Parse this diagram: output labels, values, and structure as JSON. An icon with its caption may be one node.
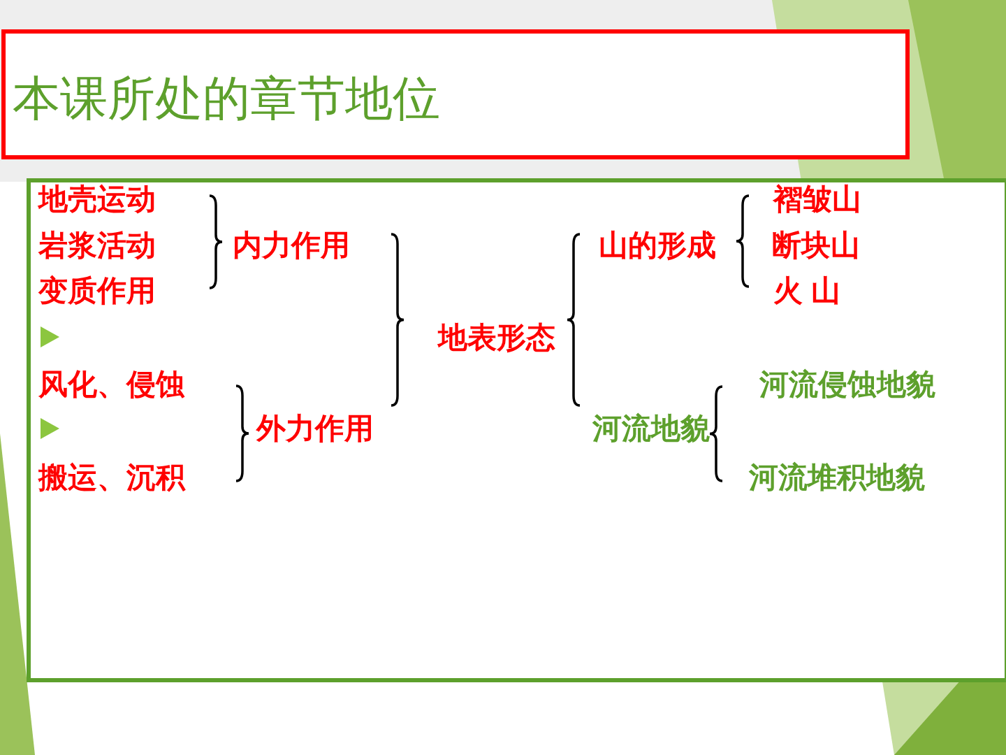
{
  "diagram": {
    "title": "本课所处的章节地位",
    "labels": [
      "地壳运动",
      "褶皱山",
      "岩浆活动",
      "内力作用",
      "山的形成",
      "断块山",
      "变质作用",
      "火 山",
      "地表形态",
      "风化、侵蚀",
      "河流侵蚀地貌",
      "外力作用",
      "河流地貌",
      "搬运、沉积",
      "河流堆积地貌"
    ]
  }
}
